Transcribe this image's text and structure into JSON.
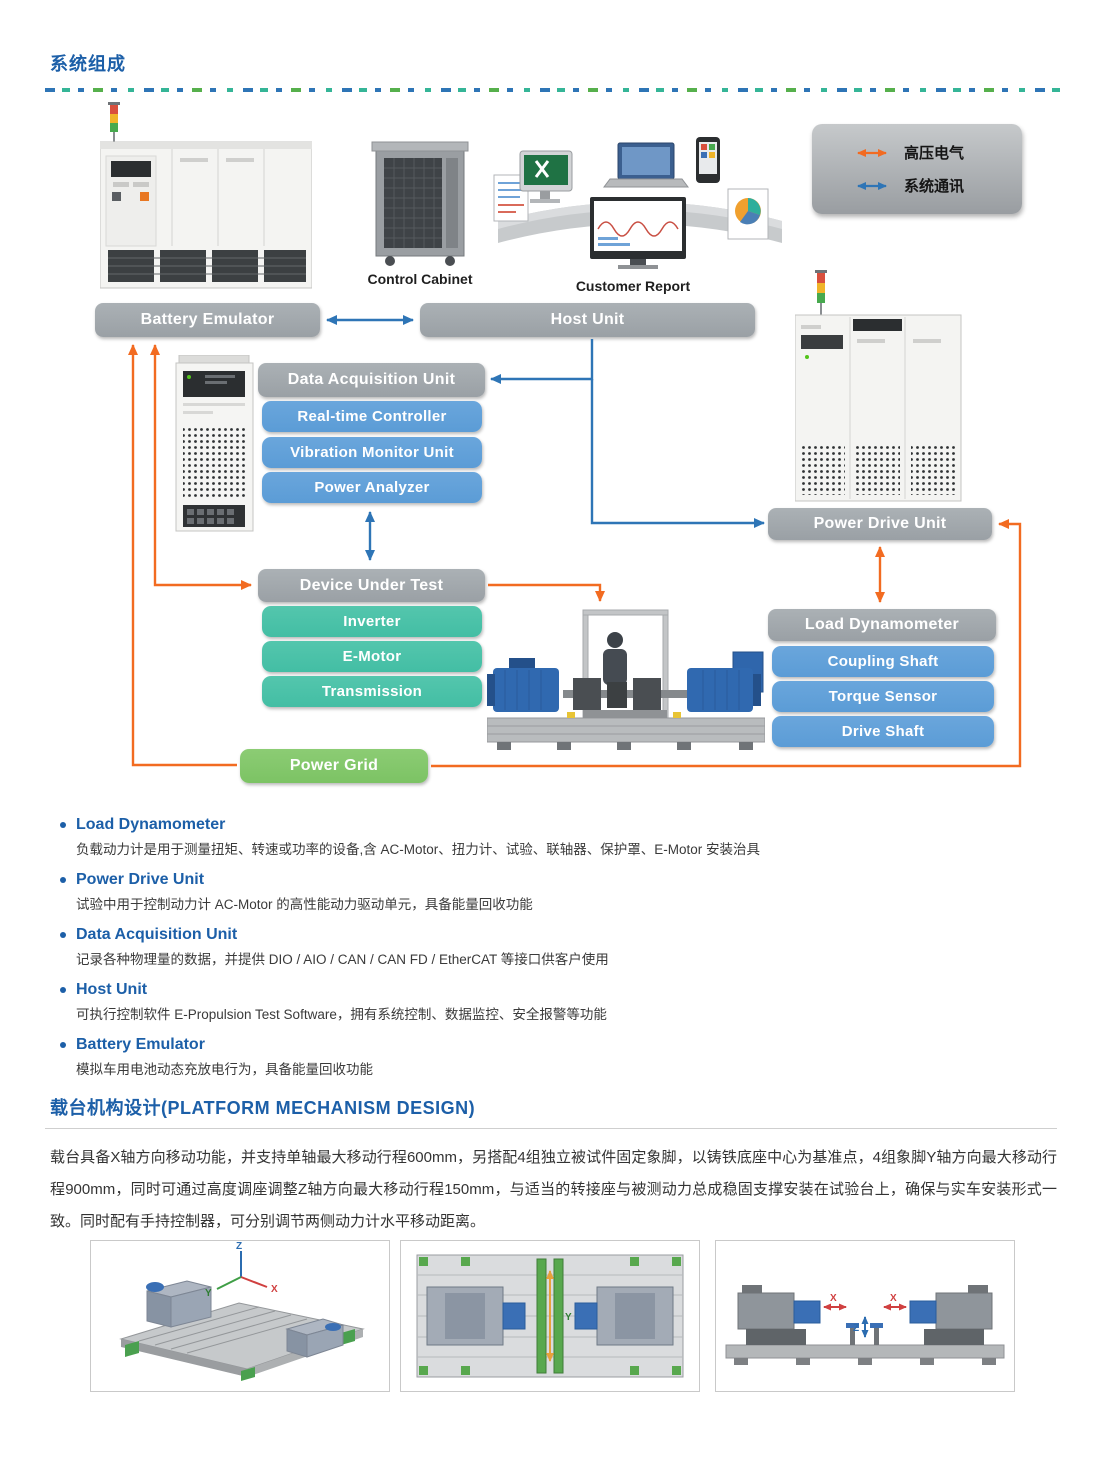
{
  "sections": {
    "system_title": "系统组成",
    "platform_title": "载台机构设计(PLATFORM MECHANISM DESIGN)"
  },
  "legend": {
    "high_voltage": "高压电气",
    "communication": "系统通讯"
  },
  "captions": {
    "control_cabinet": "Control Cabinet",
    "customer_report": "Customer Report"
  },
  "nodes": {
    "battery_emulator": "Battery Emulator",
    "host_unit": "Host Unit",
    "daq": "Data Acquisition Unit",
    "realtime_controller": "Real-time Controller",
    "vibration_monitor": "Vibration Monitor Unit",
    "power_analyzer": "Power Analyzer",
    "dut": "Device Under Test",
    "inverter": "Inverter",
    "emotor": "E-Motor",
    "transmission": "Transmission",
    "power_grid": "Power Grid",
    "power_drive_unit": "Power Drive Unit",
    "load_dynamometer": "Load Dynamometer",
    "coupling_shaft": "Coupling Shaft",
    "torque_sensor": "Torque Sensor",
    "drive_shaft": "Drive Shaft"
  },
  "bullets": [
    {
      "title": "Load Dynamometer",
      "desc": "负载动力计是用于测量扭矩、转速或功率的设备,含 AC-Motor、扭力计、试验、联轴器、保护罩、E-Motor 安装治具"
    },
    {
      "title": "Power Drive Unit",
      "desc": "试验中用于控制动力计 AC-Motor 的高性能动力驱动单元，具备能量回收功能"
    },
    {
      "title": "Data Acquisition Unit",
      "desc": "记录各种物理量的数据，并提供 DIO / AIO / CAN / CAN FD / EtherCAT 等接口供客户使用"
    },
    {
      "title": "Host Unit",
      "desc": "可执行控制软件 E-Propulsion Test Software，拥有系统控制、数据监控、安全报警等功能"
    },
    {
      "title": "Battery Emulator",
      "desc": "模拟车用电池动态充放电行为，具备能量回收功能"
    }
  ],
  "platform": {
    "paragraph": "载台具备X轴方向移动功能，并支持单轴最大移动行程600mm，另搭配4组独立被试件固定象脚，以铸铁底座中心为基准点，4组象脚Y轴方向最大移动行程900mm，同时可通过高度调座调整Z轴方向最大移动行程150mm，与适当的转接座与被测动力总成稳固支撑安装在试验台上，确保与实车安装形式一致。同时配有手持控制器，可分别调节两侧动力计水平移动距离。"
  },
  "cad": {
    "x": "X",
    "y": "Y",
    "z": "Z"
  },
  "colors": {
    "title_blue": "#1c5fa8",
    "gray_node": "#9aa0a5",
    "blue_node": "#5b9cd6",
    "teal_node": "#43bea4",
    "green_node": "#7cc364",
    "orange_line": "#f26b21",
    "blue_line": "#2e75b6"
  }
}
